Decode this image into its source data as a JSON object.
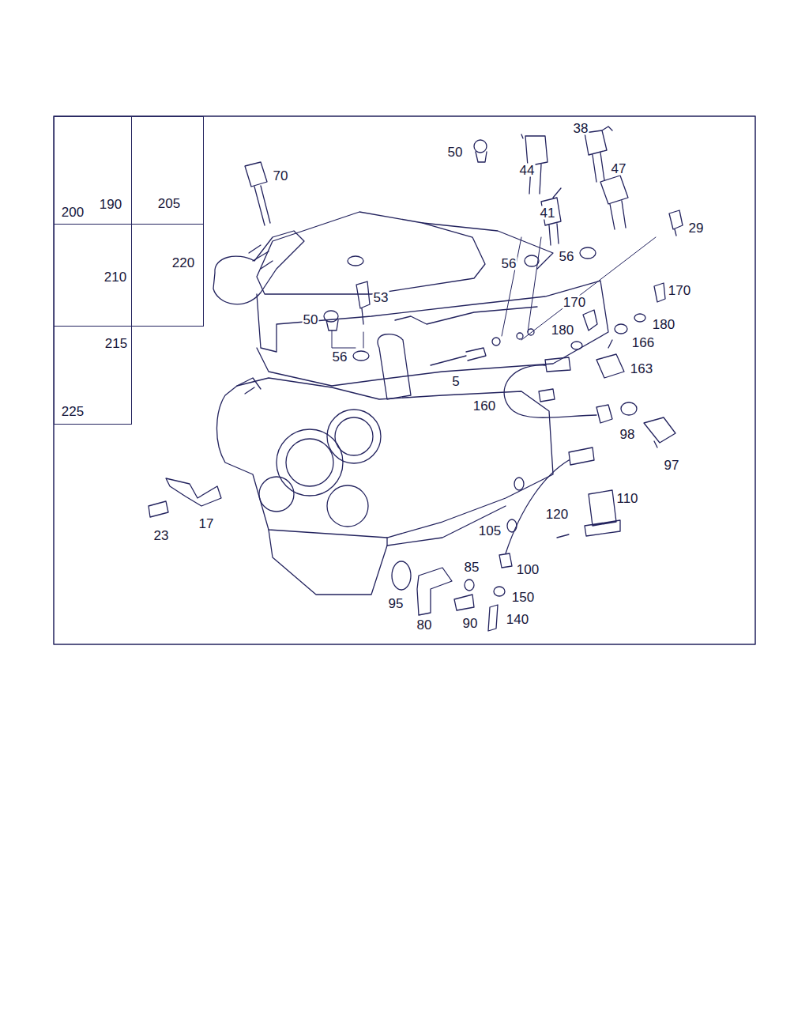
{
  "diagram": {
    "nodes": [
      {
        "text": [
          "200",
          "190"
        ]
      },
      {
        "text": [
          "205"
        ]
      },
      {
        "text": [
          "210"
        ]
      },
      {
        "text": [
          "220"
        ]
      },
      {
        "text": [
          "215",
          "225"
        ]
      }
    ],
    "labels": [
      "70",
      "50",
      "44",
      "38",
      "47",
      "41",
      "29",
      "56",
      "56",
      "53",
      "50",
      "170",
      "170",
      "180",
      "180",
      "166",
      "56",
      "5",
      "163",
      "160",
      "98",
      "97",
      "110",
      "120",
      "105",
      "17",
      "23",
      "85",
      "100",
      "150",
      "95",
      "80",
      "90",
      "140"
    ]
  }
}
